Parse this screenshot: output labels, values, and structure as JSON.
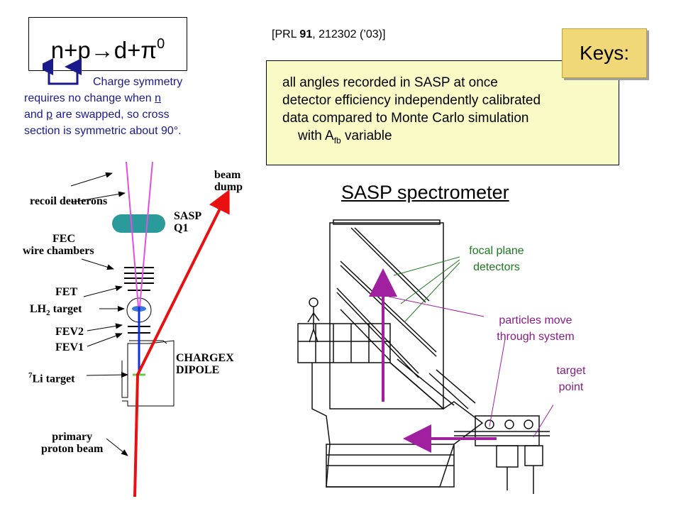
{
  "reaction": {
    "formula": "n+p→d+π",
    "superscript": "0"
  },
  "citation": {
    "prefix": "[PRL ",
    "volume": "91",
    "suffix": ", 212302 (’03)]"
  },
  "keys_label": "Keys:",
  "notes": {
    "line1": "all angles recorded in SASP at once",
    "line2": "detector efficiency independently calibrated",
    "line3": "data compared to Monte Carlo simulation",
    "line4_prefix": "with A",
    "line4_sub": "fb",
    "line4_suffix": " variable"
  },
  "charge_note": {
    "line1": "Charge symmetry",
    "line2_prefix": "requires no change when ",
    "line2_n": "n",
    "line3_prefix": "and ",
    "line3_p": "p",
    "line3_suffix": " are swapped, so cross",
    "line4": "section is symmetric about 90°."
  },
  "sasp_title": "SASP spectrometer",
  "spectrometer_labels": {
    "focal_plane": [
      "focal plane",
      "detectors"
    ],
    "particles": [
      "particles move",
      "through system"
    ],
    "target_point": [
      "target",
      "point"
    ]
  },
  "beamline_labels": {
    "recoil_deuterons": "recoil deuterons",
    "beam_dump": [
      "beam",
      "dump"
    ],
    "sasp_q1": [
      "SASP",
      "Q1"
    ],
    "fec": [
      "FEC",
      "wire chambers"
    ],
    "fet": "FET",
    "lh2_prefix": "LH",
    "lh2_sub": "2",
    "lh2_suffix": " target",
    "fev2": "FEV2",
    "fev1": "FEV1",
    "li_sup": "7",
    "li_rest": "Li target",
    "chargex": [
      "CHARGEX",
      "DIPOLE"
    ],
    "primary": [
      "primary",
      "proton beam"
    ]
  },
  "colors": {
    "note_blue": "#1a1a8c",
    "keys_yellow": "#f0d878",
    "notes_bg": "#fafac6",
    "label_green": "#1d7a1d",
    "label_purple": "#8a1a8a",
    "proton_beam_red": "#e81010",
    "deuteron_pink": "#e050e0",
    "beam_blue": "#1030e0",
    "quad_teal": "#2a9a9a"
  }
}
